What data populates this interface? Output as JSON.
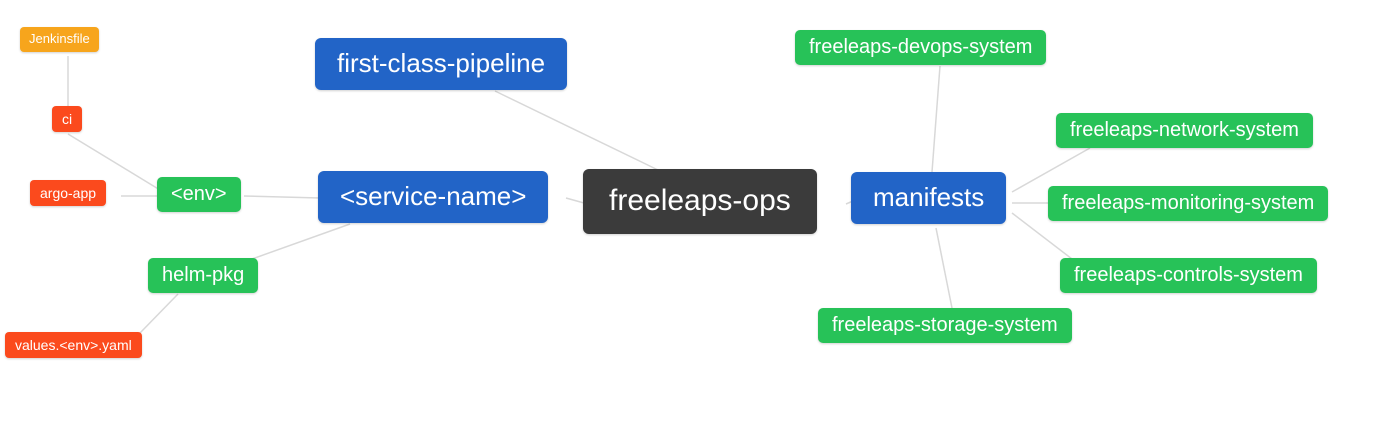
{
  "colors": {
    "blue": "#2264c7",
    "green": "#27c258",
    "red": "#fb4a1d",
    "amber": "#f7a51c",
    "dark": "#3b3b3b",
    "edge": "#d8d8d8",
    "text_on_node": "#ffffff",
    "background": "#ffffff"
  },
  "nodes": {
    "jenkinsfile": {
      "label": "Jenkinsfile"
    },
    "ci": {
      "label": "ci"
    },
    "argo_app": {
      "label": "argo-app"
    },
    "env": {
      "label": "<env>"
    },
    "helm_pkg": {
      "label": "helm-pkg"
    },
    "values_env_yaml": {
      "label": "values.<env>.yaml"
    },
    "first_class_pipeline": {
      "label": "first-class-pipeline"
    },
    "service_name": {
      "label": "<service-name>"
    },
    "freeleaps_ops": {
      "label": "freeleaps-ops"
    },
    "manifests": {
      "label": "manifests"
    },
    "devops_system": {
      "label": "freeleaps-devops-system"
    },
    "network_system": {
      "label": "freeleaps-network-system"
    },
    "monitoring_system": {
      "label": "freeleaps-monitoring-system"
    },
    "controls_system": {
      "label": "freeleaps-controls-system"
    },
    "storage_system": {
      "label": "freeleaps-storage-system"
    }
  },
  "edges": [
    {
      "from": "jenkinsfile",
      "to": "ci"
    },
    {
      "from": "ci",
      "to": "env"
    },
    {
      "from": "argo_app",
      "to": "env"
    },
    {
      "from": "env",
      "to": "service_name"
    },
    {
      "from": "helm_pkg",
      "to": "service_name"
    },
    {
      "from": "values_env_yaml",
      "to": "helm_pkg"
    },
    {
      "from": "first_class_pipeline",
      "to": "freeleaps_ops"
    },
    {
      "from": "service_name",
      "to": "freeleaps_ops"
    },
    {
      "from": "freeleaps_ops",
      "to": "manifests"
    },
    {
      "from": "manifests",
      "to": "devops_system"
    },
    {
      "from": "manifests",
      "to": "network_system"
    },
    {
      "from": "manifests",
      "to": "monitoring_system"
    },
    {
      "from": "manifests",
      "to": "controls_system"
    },
    {
      "from": "manifests",
      "to": "storage_system"
    }
  ]
}
